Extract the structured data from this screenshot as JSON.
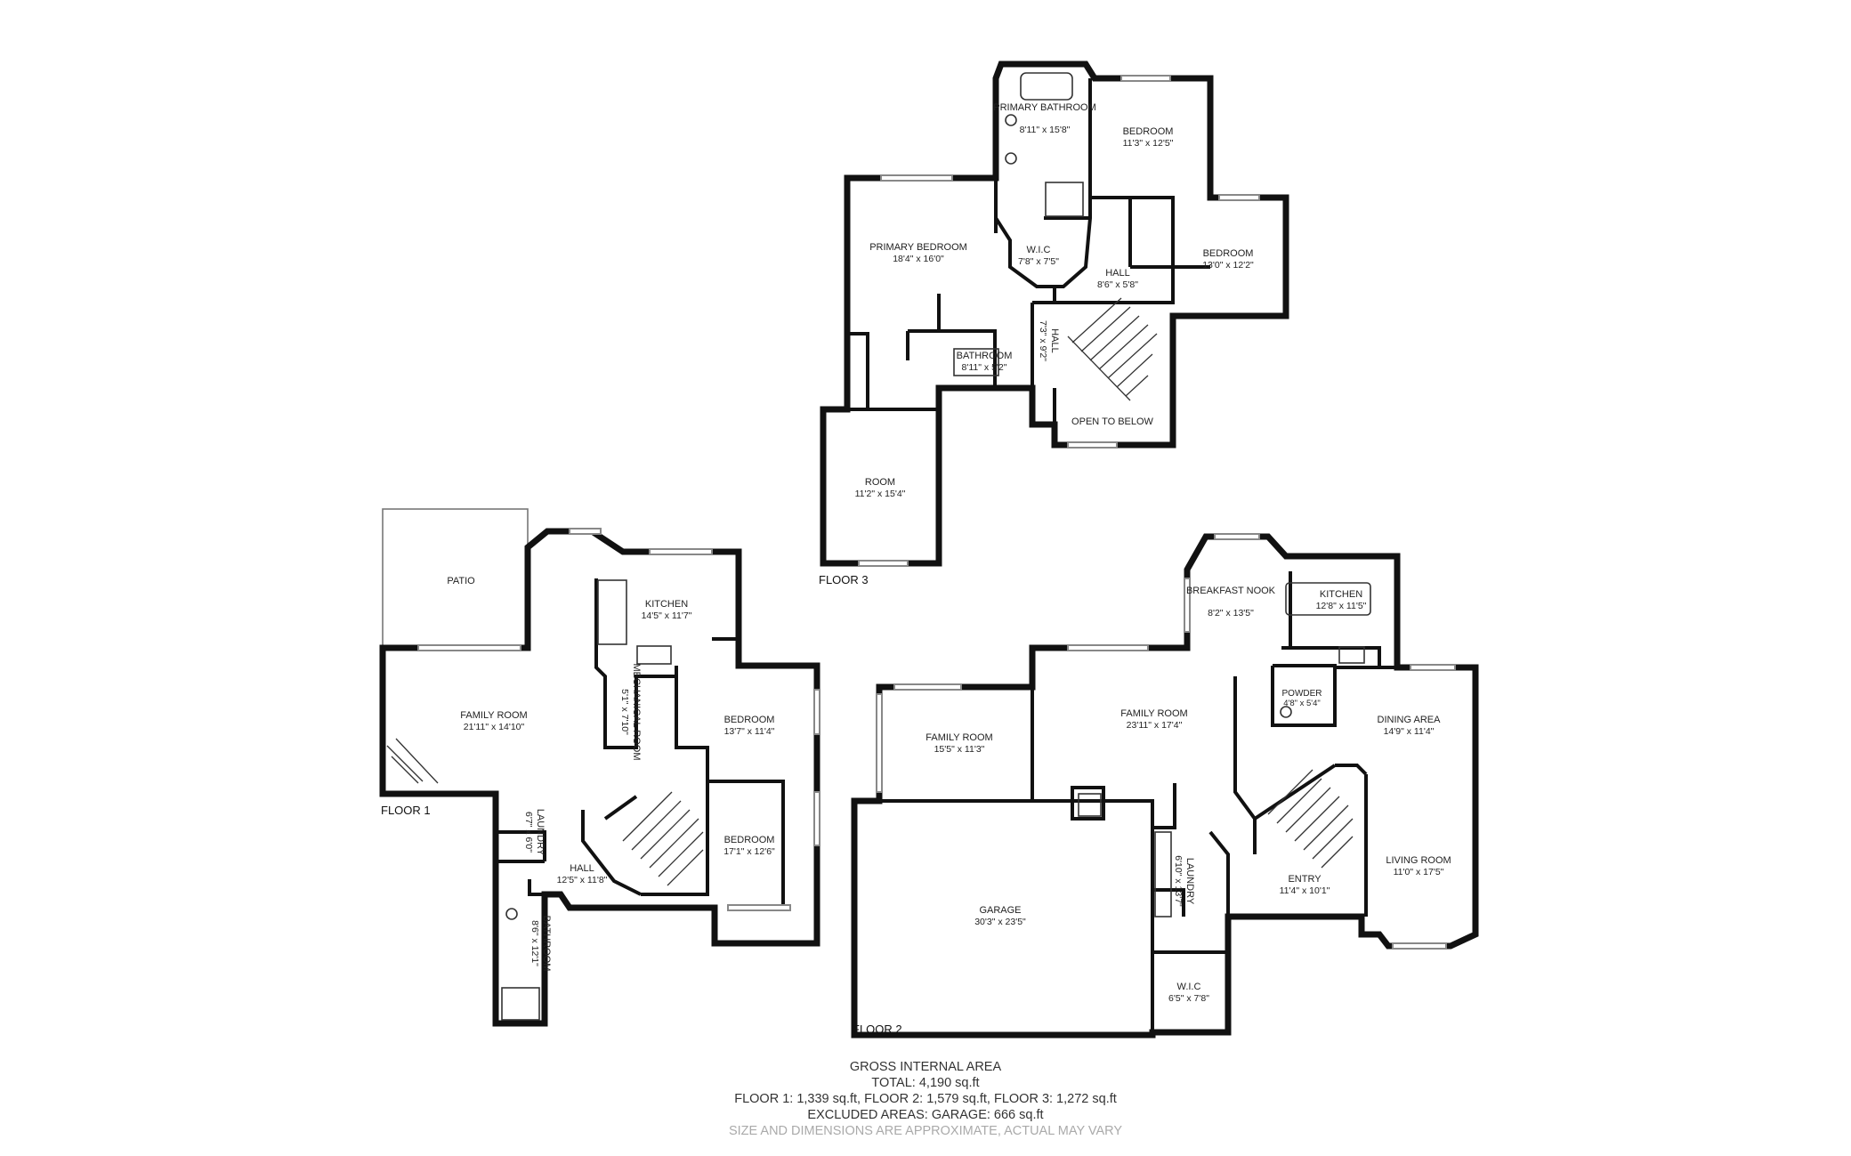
{
  "floors": [
    {
      "label": "FLOOR 1",
      "rooms": [
        {
          "name": "PATIO",
          "dim": ""
        },
        {
          "name": "KITCHEN",
          "dim": "14'5\" x 11'7\""
        },
        {
          "name": "FAMILY ROOM",
          "dim": "21'11\" x 14'10\""
        },
        {
          "name": "MECHANICAL ROOM",
          "dim": "5'1\" x 7'10\""
        },
        {
          "name": "BEDROOM",
          "dim": "13'7\" x 11'4\""
        },
        {
          "name": "BEDROOM",
          "dim": "17'1\" x 12'6\""
        },
        {
          "name": "LAUNDRY",
          "dim": "6'7\" x 6'0\""
        },
        {
          "name": "HALL",
          "dim": "12'5\" x 11'8\""
        },
        {
          "name": "BATHROOM",
          "dim": "8'6\" x 12'1\""
        }
      ]
    },
    {
      "label": "FLOOR 2",
      "rooms": [
        {
          "name": "BREAKFAST NOOK",
          "dim": "8'2\" x 13'5\""
        },
        {
          "name": "KITCHEN",
          "dim": "12'8\" x 11'5\""
        },
        {
          "name": "FAMILY ROOM",
          "dim": "15'5\" x 11'3\""
        },
        {
          "name": "FAMILY ROOM",
          "dim": "23'11\" x 17'4\""
        },
        {
          "name": "POWDER",
          "dim": "4'8\" x 5'4\""
        },
        {
          "name": "DINING AREA",
          "dim": "14'9\" x 11'4\""
        },
        {
          "name": "GARAGE",
          "dim": "30'3\" x 23'5\""
        },
        {
          "name": "LAUNDRY",
          "dim": "6'10\" x 13'7\""
        },
        {
          "name": "ENTRY",
          "dim": "11'4\" x 10'1\""
        },
        {
          "name": "LIVING ROOM",
          "dim": "11'0\" x 17'5\""
        },
        {
          "name": "W.I.C",
          "dim": "6'5\" x 7'8\""
        }
      ]
    },
    {
      "label": "FLOOR 3",
      "rooms": [
        {
          "name": "PRIMARY BATHROOM",
          "dim": "8'11\" x 15'8\""
        },
        {
          "name": "BEDROOM",
          "dim": "11'3\" x 12'5\""
        },
        {
          "name": "PRIMARY BEDROOM",
          "dim": "18'4\" x 16'0\""
        },
        {
          "name": "W.I.C",
          "dim": "7'8\" x 7'5\""
        },
        {
          "name": "BEDROOM",
          "dim": "13'0\" x 12'2\""
        },
        {
          "name": "HALL",
          "dim": "8'6\" x 5'8\""
        },
        {
          "name": "HALL",
          "dim": "7'3\" x 9'2\""
        },
        {
          "name": "BATHROOM",
          "dim": "8'11\" x 5'2\""
        },
        {
          "name": "OPEN TO BELOW",
          "dim": ""
        },
        {
          "name": "ROOM",
          "dim": "11'2\" x 15'4\""
        }
      ]
    }
  ],
  "summary": {
    "title": "GROSS INTERNAL AREA",
    "total": "TOTAL: 4,190 sq.ft",
    "floors_line": "FLOOR 1: 1,339 sq.ft, FLOOR 2: 1,579 sq.ft, FLOOR 3: 1,272 sq.ft",
    "excluded": "EXCLUDED AREAS: GARAGE: 666 sq.ft",
    "note": "SIZE AND DIMENSIONS ARE APPROXIMATE, ACTUAL MAY VARY"
  }
}
